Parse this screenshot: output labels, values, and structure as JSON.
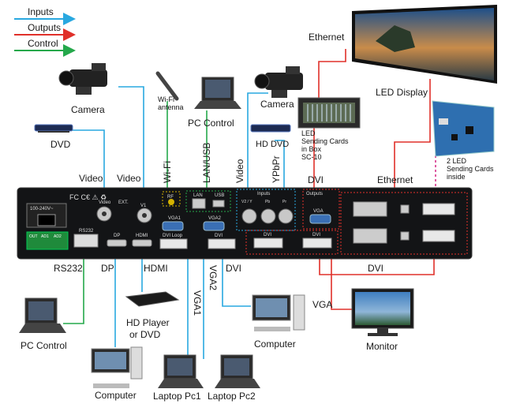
{
  "legend": {
    "inputs": "Inputs",
    "outputs": "Outputs",
    "control": "Control",
    "colors": {
      "inputs": "#29a8e0",
      "outputs": "#e0302a",
      "control": "#25a84b"
    }
  },
  "devices": {
    "camera_left": "Camera",
    "camera_right": "Camera",
    "dvd": "DVD",
    "wifi_antenna": "Wi-Fi\nantenna",
    "pc_control_top": "PC Control",
    "hd_dvd": "HD DVD",
    "sending_box": "LED\nSending Cards\nin Box\nSC-10",
    "led_display": "LED Display",
    "sending_cards": "2 LED\nSending Cards\ninside",
    "pc_control_bottom": "PC Control",
    "computer_bottom_left": "Computer",
    "hd_player": "HD Player\nor DVD",
    "laptop1": "Laptop Pc1",
    "laptop2": "Laptop Pc2",
    "computer_bottom_mid": "Computer",
    "monitor": "Monitor"
  },
  "connections": {
    "ethernet_top": "Ethernet",
    "video_left": "Video",
    "video_mid": "Video",
    "wifi": "Wi-Fi",
    "lan_usb": "LAN/USB",
    "video_right": "Video",
    "ypbpr": "YPbPr",
    "dvi_top": "DVI",
    "ethernet_right": "Ethernet",
    "rs232": "RS232",
    "dp": "DP",
    "hdmi": "HDMI",
    "vga1": "VGA1",
    "vga2": "VGA2",
    "dvi_mid": "DVI",
    "dvi_right": "DVI",
    "vga_out": "VGA"
  },
  "panel": {
    "power": "100-240V~",
    "ext": "EXT.",
    "video": "Video",
    "v1": "V1",
    "rf": "RF",
    "lan": "LAN",
    "usb": "USB",
    "inputs": "Inputs",
    "outputs": "Outputs",
    "v2y": "V2 / Y",
    "pb": "Pb",
    "pr": "Pr",
    "vga1": "VGA1",
    "vga2": "VGA2",
    "vga_out": "VGA",
    "dvi_loop": "DVI Loop",
    "dvi": "DVI",
    "dvi_o1": "DVI",
    "dvi_o2": "DVI",
    "rs232": "RS232",
    "dp": "DP",
    "hdmi": "HDMI",
    "out": "OUT",
    "ad1": "AD1",
    "ad2": "AD2"
  }
}
